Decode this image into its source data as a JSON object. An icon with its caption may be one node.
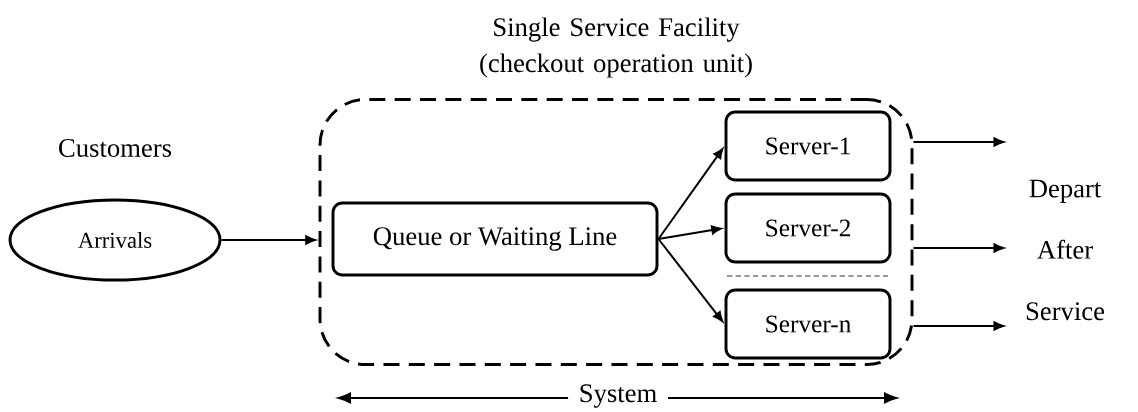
{
  "diagram": {
    "nodes": [
      {
        "text": [
          "Single Service Facility (checkout operation unit)"
        ]
      },
      {
        "text": [
          "Arrivals"
        ],
        "beside": [
          "Customers"
        ]
      },
      {
        "text": [
          "Queue or Waiting Line"
        ],
        "in": 0
      },
      {
        "text": [
          "Server-1"
        ],
        "in": 0
      },
      {
        "text": [
          "Server-2"
        ],
        "in": 0
      },
      {
        "text": [
          "Server-n"
        ],
        "in": 0
      }
    ],
    "edges": [
      {
        "from": 1,
        "to": 0,
        "arrow": "to"
      },
      {
        "from": 2,
        "to": 3,
        "arrow": "to"
      },
      {
        "from": 2,
        "to": 4,
        "arrow": "to"
      },
      {
        "from": 2,
        "to": 5,
        "arrow": "to"
      },
      {
        "from": 0,
        "to": null,
        "arrow": "to"
      },
      {
        "from": 0,
        "to": null,
        "arrow": "to"
      },
      {
        "from": 0,
        "to": null,
        "arrow": "to"
      }
    ],
    "labels": [
      "Depart After Service",
      "System"
    ]
  }
}
